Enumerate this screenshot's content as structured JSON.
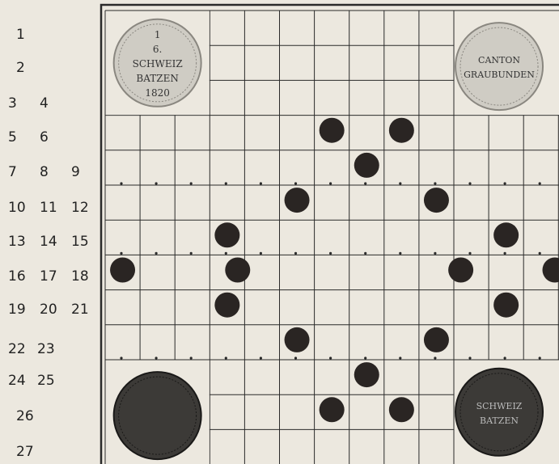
{
  "row_labels": [
    [
      "1"
    ],
    [
      "2"
    ],
    [
      "3",
      "4"
    ],
    [
      "5",
      "6"
    ],
    [
      "7",
      "8",
      "9"
    ],
    [
      "10",
      "11",
      "12"
    ],
    [
      "13",
      "14",
      "15"
    ],
    [
      "16",
      "17",
      "18"
    ],
    [
      "19",
      "20",
      "21"
    ],
    [
      "22",
      "23"
    ],
    [
      "24",
      "25"
    ],
    [
      "26"
    ],
    [
      "27"
    ]
  ],
  "board": {
    "columns": 13,
    "rows": 13,
    "pieces": [
      {
        "row": 3,
        "col": 6
      },
      {
        "row": 3,
        "col": 8
      },
      {
        "row": 4,
        "col": 7
      },
      {
        "row": 5,
        "col": 5
      },
      {
        "row": 5,
        "col": 9
      },
      {
        "row": 6,
        "col": 3
      },
      {
        "row": 6,
        "col": 11
      },
      {
        "row": 7,
        "col": 0
      },
      {
        "row": 7,
        "col": 3.3
      },
      {
        "row": 7,
        "col": 9.7
      },
      {
        "row": 7,
        "col": 12.4
      },
      {
        "row": 8,
        "col": 3
      },
      {
        "row": 8,
        "col": 11
      },
      {
        "row": 9,
        "col": 5
      },
      {
        "row": 9,
        "col": 9
      },
      {
        "row": 10,
        "col": 7
      },
      {
        "row": 11,
        "col": 6
      },
      {
        "row": 11,
        "col": 8
      }
    ],
    "coins": [
      {
        "corner": "top-left",
        "tone": "silver",
        "lines": [
          "1",
          "6.",
          "SCHWEIZ",
          "BATZEN",
          "1820"
        ]
      },
      {
        "corner": "top-right",
        "tone": "silver",
        "lines": [
          "CANTON",
          "GRAUBUNDEN"
        ]
      },
      {
        "corner": "bottom-left",
        "tone": "dark",
        "lines": []
      },
      {
        "corner": "bottom-right",
        "tone": "dark",
        "lines": [
          "SCHWEIZ",
          "BATZEN"
        ]
      }
    ],
    "colors": {
      "paper": "#ece8df",
      "line": "#2a2a2a",
      "piece": "#2a2523",
      "coin_silver": "#cfccc4",
      "coin_dark": "#3c3a37"
    }
  }
}
